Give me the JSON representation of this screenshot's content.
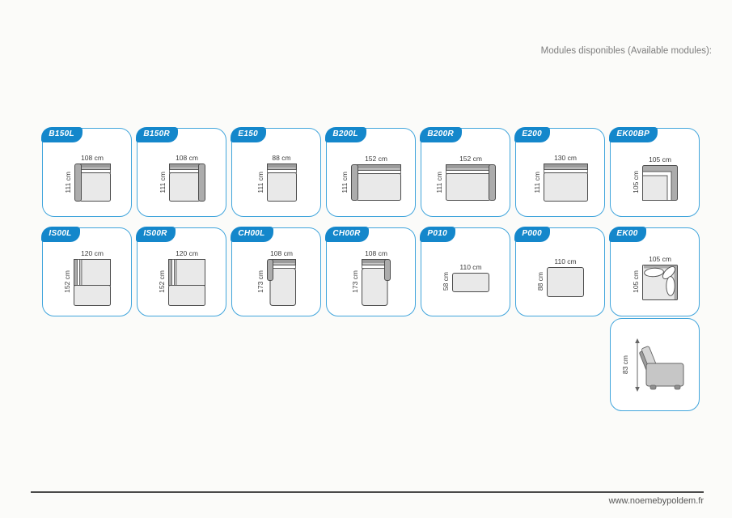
{
  "title": "Modules disponibles (Available modules):",
  "footer": {
    "url": "www.noemebypoldem.fr"
  },
  "colors": {
    "card_border": "#41A5DC",
    "tag_bg": "#1487CB",
    "tag_text": "#FFFFFF",
    "outline": "#4C4C4C",
    "arm": "#ACACAC",
    "arm_dark": "#9B9B9B",
    "arm_light": "#C9C9C9",
    "seat": "#E9E9E9",
    "dim_text": "#3C3C3C",
    "title_text": "#7D7D7D",
    "footer_line": "#4A4A4A",
    "footer_text": "#555555"
  },
  "modules": [
    {
      "label": "B150L",
      "width_label": "108 cm",
      "height_label": "111 cm",
      "width_cm": 108,
      "height_cm": 111,
      "shape": "arm-left",
      "row": 1
    },
    {
      "label": "B150R",
      "width_label": "108 cm",
      "height_label": "111 cm",
      "width_cm": 108,
      "height_cm": 111,
      "shape": "arm-right",
      "row": 1
    },
    {
      "label": "E150",
      "width_label": "88 cm",
      "height_label": "111 cm",
      "width_cm": 88,
      "height_cm": 111,
      "shape": "back-only",
      "row": 1
    },
    {
      "label": "B200L",
      "width_label": "152 cm",
      "height_label": "111 cm",
      "width_cm": 152,
      "height_cm": 111,
      "shape": "arm-left",
      "row": 1
    },
    {
      "label": "B200R",
      "width_label": "152 cm",
      "height_label": "111 cm",
      "width_cm": 152,
      "height_cm": 111,
      "shape": "arm-right",
      "row": 1
    },
    {
      "label": "E200",
      "width_label": "130 cm",
      "height_label": "111 cm",
      "width_cm": 130,
      "height_cm": 111,
      "shape": "back-only",
      "row": 1
    },
    {
      "label": "EK00BP",
      "width_label": "105 cm",
      "height_label": "105 cm",
      "width_cm": 105,
      "height_cm": 105,
      "shape": "corner-back",
      "row": 1
    },
    {
      "label": "IS00L",
      "width_label": "120 cm",
      "height_label": "152 cm",
      "width_cm": 120,
      "height_cm": 152,
      "shape": "island",
      "row": 2
    },
    {
      "label": "IS00R",
      "width_label": "120 cm",
      "height_label": "152 cm",
      "width_cm": 120,
      "height_cm": 152,
      "shape": "island",
      "row": 2
    },
    {
      "label": "CH00L",
      "width_label": "108 cm",
      "height_label": "173 cm",
      "width_cm": 108,
      "height_cm": 173,
      "shape": "chaise-left",
      "row": 2
    },
    {
      "label": "CH00R",
      "width_label": "108 cm",
      "height_label": "173 cm",
      "width_cm": 108,
      "height_cm": 173,
      "shape": "chaise-right",
      "row": 2
    },
    {
      "label": "P010",
      "width_label": "110 cm",
      "height_label": "58 cm",
      "width_cm": 110,
      "height_cm": 58,
      "shape": "pouf",
      "row": 2
    },
    {
      "label": "P000",
      "width_label": "110 cm",
      "height_label": "88 cm",
      "width_cm": 110,
      "height_cm": 88,
      "shape": "pouf",
      "row": 2
    },
    {
      "label": "EK00",
      "width_label": "105 cm",
      "height_label": "105 cm",
      "width_cm": 105,
      "height_cm": 105,
      "shape": "corner-cushions",
      "row": 2
    }
  ],
  "side_view": {
    "height_label": "83 cm",
    "shape": "sofa-side-view"
  }
}
